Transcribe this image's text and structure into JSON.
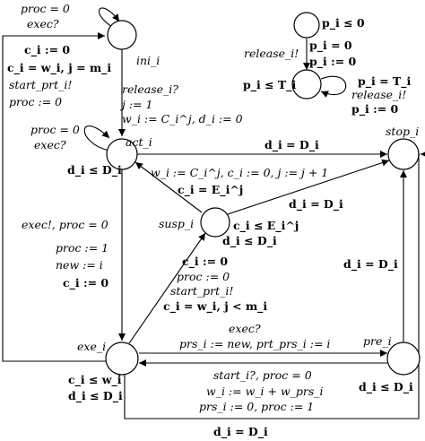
{
  "states": {
    "ini": "ini_i",
    "act": "act_i",
    "stop": "stop_i",
    "susp": "susp_i",
    "exe": "exe_i",
    "pre": "pre_i"
  },
  "invariants": {
    "act": "d_i ≤ D_i",
    "susp": "c_i ≤ E_i^j",
    "susp_2": "d_i ≤ D_i",
    "exe_1": "c_i ≤ w_i",
    "exe_2": "d_i ≤ D_i",
    "pre": "d_i ≤ D_i",
    "p_start": "p_i ≤ 0",
    "p_end": "p_i ≤ T_i"
  },
  "transitions": {
    "ini_loop": [
      "proc = 0",
      "exec?"
    ],
    "act_loop": [
      "proc = 0",
      "exec?"
    ],
    "ini_to_act": [
      "release_i?",
      "j := 1",
      "w_i := C_i^j, d_i := 0"
    ],
    "act_to_stop": "d_i = D_i",
    "susp_to_act": [
      "w_i := C_i^j, c_i := 0, j := j + 1",
      "c_i = E_i^j"
    ],
    "susp_to_stop": "d_i = D_i",
    "act_to_exe": [
      "exec!, proc = 0",
      "proc := 1",
      "new := i",
      "c_i := 0"
    ],
    "exe_to_susp": [
      "c_i := 0",
      "proc := 0",
      "start_prt_i!",
      "c_i = w_i, j < m_i"
    ],
    "exe_to_ini": [
      "c_i := 0",
      "c_i = w_i, j = m_i",
      "start_prt_i!",
      "proc := 0"
    ],
    "exe_to_pre": [
      "exec?",
      "prs_i := new, prt_prs_i := i"
    ],
    "pre_to_exe": [
      "start_i?, proc = 0",
      "w_i := w_i + w_prs_i",
      "prs_i := 0, proc := 1"
    ],
    "pre_to_stop": "d_i = D_i",
    "exe_to_stop": "d_i = D_i",
    "p_release": [
      "release_i!",
      "p_i = 0"
    ],
    "p_to_end": "p_i := 0",
    "p_loop": [
      "p_i = T_i",
      "release_i!",
      "p_i := 0"
    ]
  }
}
